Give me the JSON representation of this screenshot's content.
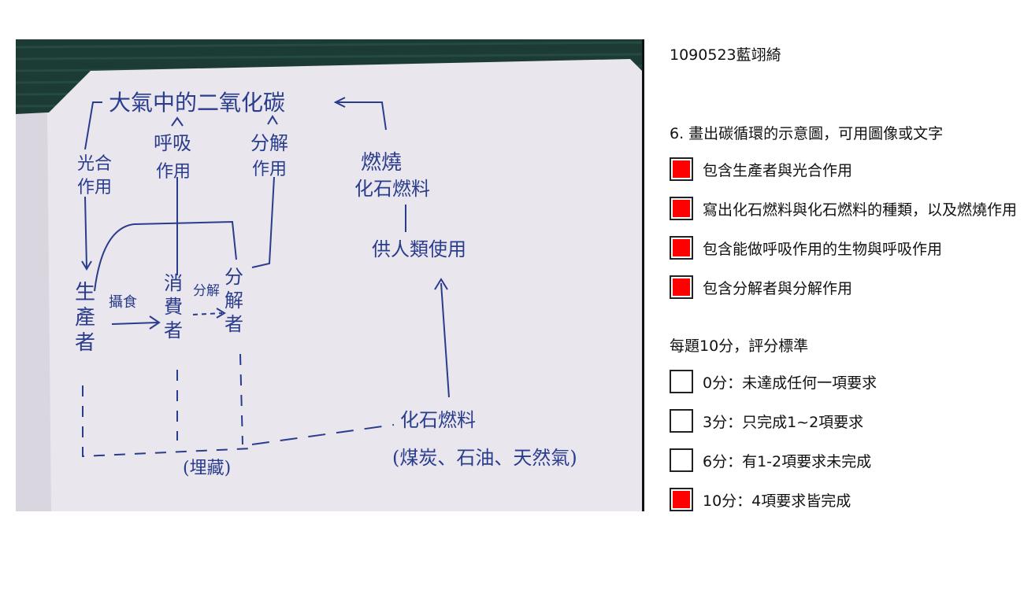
{
  "student_id": "1090523藍翊綺",
  "question": "6. 畫出碳循環的示意圖，可用圖像或文字",
  "requirements": [
    {
      "label": "包含生產者與光合作用",
      "checked": true
    },
    {
      "label": "寫出化石燃料與化石燃料的種類，以及燃燒作用",
      "checked": true
    },
    {
      "label": "包含能做呼吸作用的生物與呼吸作用",
      "checked": true
    },
    {
      "label": "包含分解者與分解作用",
      "checked": true
    }
  ],
  "rubric_title": "每題10分，評分標準",
  "rubric": [
    {
      "label": "0分：未達成任何一項要求",
      "checked": false
    },
    {
      "label": "3分：只完成1~2項要求",
      "checked": false
    },
    {
      "label": "6分：有1-2項要求未完成",
      "checked": false
    },
    {
      "label": "10分：4項要求皆完成",
      "checked": true
    }
  ],
  "drawing": {
    "title": "大氣中的二氧化碳",
    "photosynthesis": [
      "光合",
      "作用"
    ],
    "respiration": [
      "呼吸",
      "作用"
    ],
    "decomposition": [
      "分解",
      "作用"
    ],
    "combustion": [
      "燃燒",
      "化石燃料"
    ],
    "human_use": "供人類使用",
    "producer": "生產者",
    "consumer": "消費者",
    "decomposer": "分解者",
    "eat": "攝食",
    "decompose": "分解",
    "fossil_fuel": "化石燃料",
    "fuel_types": "(煤炭、石油、天然氣)",
    "buried": "(埋藏)"
  },
  "colors": {
    "checked_fill": "#ff0000",
    "ink": "#2a3c8c",
    "paper": "#e9e6ee"
  }
}
